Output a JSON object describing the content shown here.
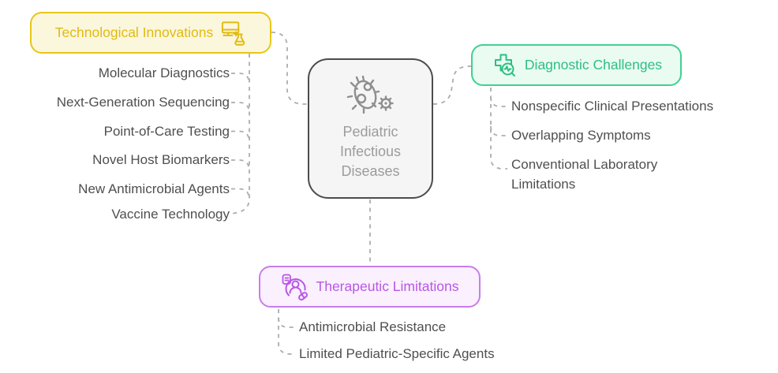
{
  "center": {
    "lines": [
      "Pediatric",
      "Infectious",
      "Diseases"
    ],
    "icon": "germ-gear-icon"
  },
  "branches": {
    "technological_innovations": {
      "label": "Technological Innovations",
      "icon": "monitor-flask-icon",
      "items": [
        "Molecular Diagnostics",
        "Next-Generation Sequencing",
        "Point-of-Care Testing",
        "Novel Host Biomarkers",
        "New Antimicrobial Agents",
        "Vaccine Technology"
      ]
    },
    "diagnostic_challenges": {
      "label": "Diagnostic Challenges",
      "icon": "medical-cross-magnifier-icon",
      "items": [
        "Nonspecific Clinical Presentations",
        "Overlapping Symptoms",
        "Conventional Laboratory Limitations"
      ]
    },
    "therapeutic_limitations": {
      "label": "Therapeutic Limitations",
      "icon": "patient-treatment-icon",
      "items": [
        "Antimicrobial Resistance",
        "Limited Pediatric-Specific Agents"
      ]
    }
  },
  "colors": {
    "yellow_border": "#E8C617",
    "yellow_bg": "#FBF7DD",
    "yellow_text": "#E1BA10",
    "green_border": "#41D090",
    "green_bg": "#EAFBF2",
    "green_text": "#2DBF80",
    "purple_border": "#C77EE9",
    "purple_bg": "#FAF0FE",
    "purple_text": "#B757E4",
    "center_border": "#4C4C4C",
    "center_bg": "#F5F5F5",
    "center_text": "#9C9C9C",
    "item_text": "#4F4F4F",
    "connector": "#ADADAD"
  }
}
